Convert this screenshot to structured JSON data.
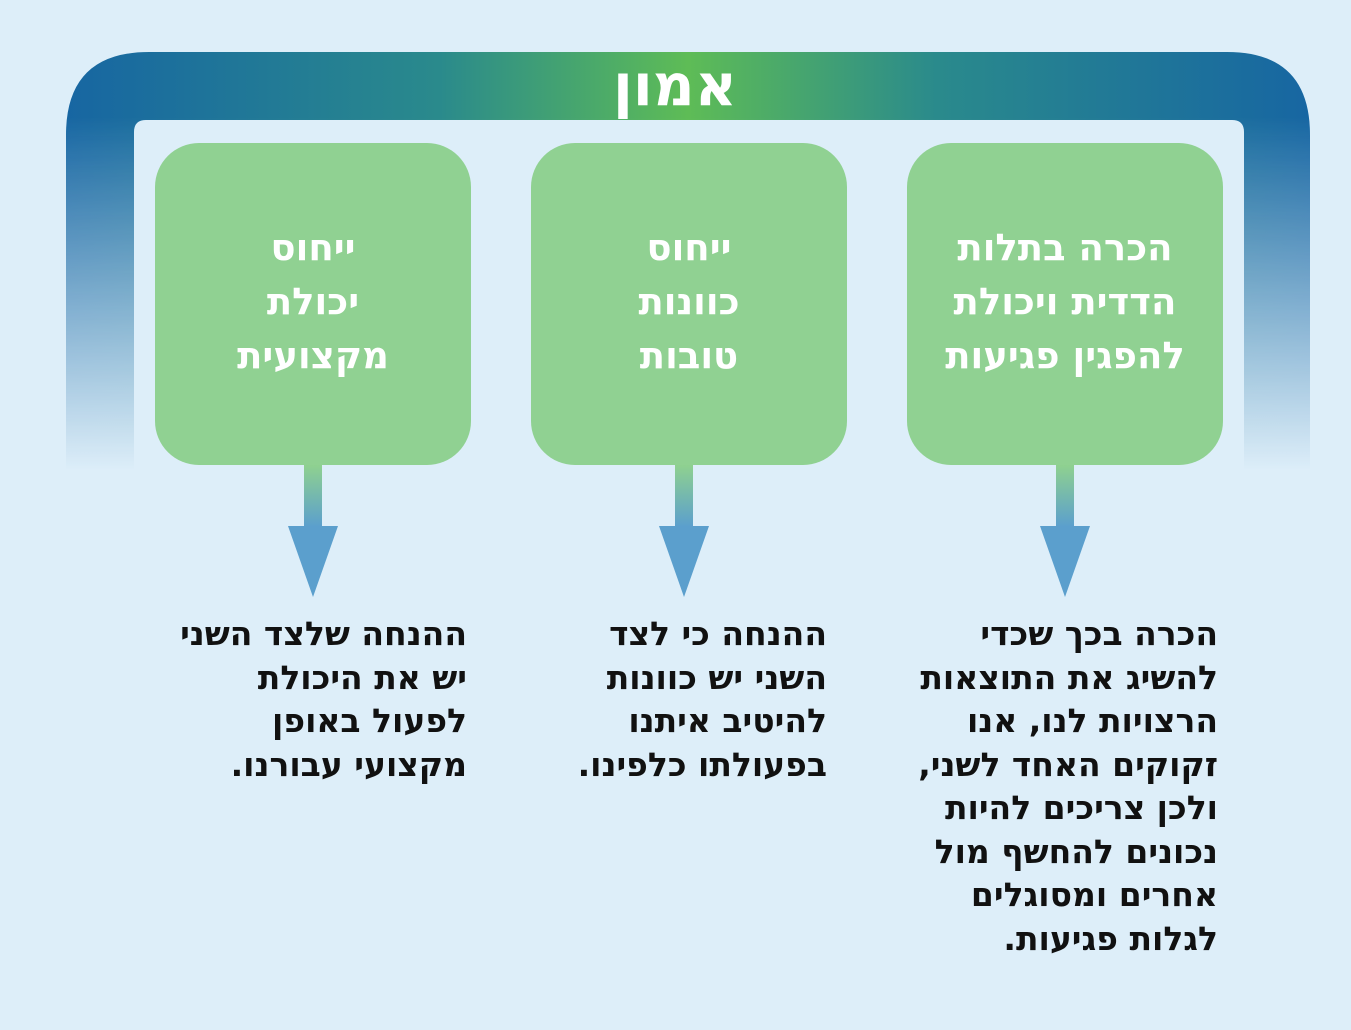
{
  "title": "אמון",
  "colors": {
    "background": "#ddeef9",
    "frame_blue": "#1b6ba5",
    "frame_green": "#5bb857",
    "box_fill": "#90d192",
    "box_text": "#ffffff",
    "arrow_top": "#8fd18f",
    "arrow_bottom": "#5b9fcd",
    "desc_text": "#111111"
  },
  "boxes": [
    {
      "lines": [
        "הכרה בתלות",
        "הדדית ויכולת",
        "להפגין פגיעות"
      ]
    },
    {
      "lines": [
        "ייחוס",
        "כוונות",
        "טובות"
      ]
    },
    {
      "lines": [
        "ייחוס",
        "יכולת",
        "מקצועית"
      ]
    }
  ],
  "descriptions": [
    {
      "lines": [
        "הכרה בכך שכדי",
        "להשיג את התוצאות",
        "הרצויות לנו, אנו",
        "זקוקים האחד לשני,",
        "ולכן צריכים להיות",
        "נכונים להחשף מול",
        "אחרים ומסוגלים",
        "לגלות פגיעות."
      ]
    },
    {
      "lines": [
        "ההנחה כי לצד",
        "השני יש כוונות",
        "להיטיב איתנו",
        "בפעולתו כלפינו."
      ]
    },
    {
      "lines": [
        "ההנחה שלצד השני",
        "יש את היכולת",
        "לפעול באופן",
        "מקצועי עבורנו."
      ]
    }
  ]
}
